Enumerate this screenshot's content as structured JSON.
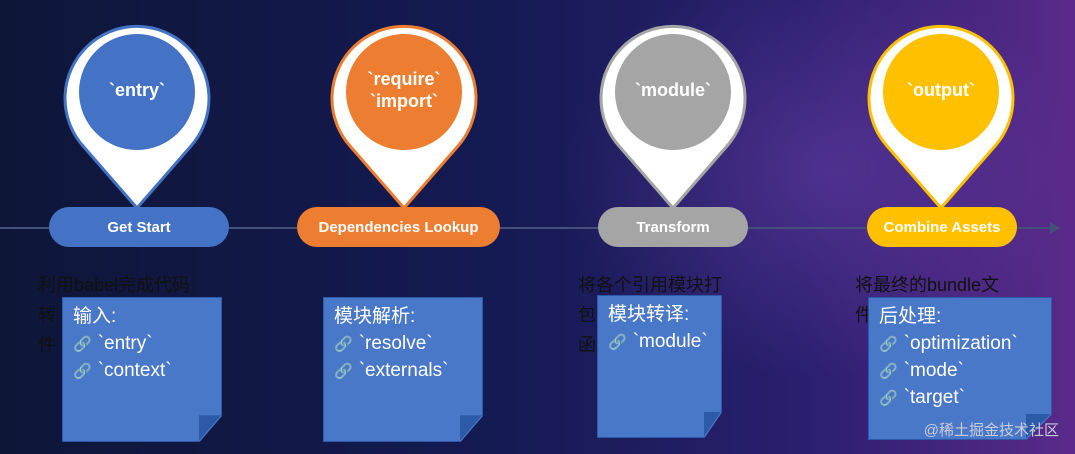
{
  "stages": [
    {
      "id": "entry",
      "pin_lines": [
        "`entry`"
      ],
      "pill": "Get Start",
      "color": "#4472c4",
      "desc_lines": [
        "利用babel完成代码",
        "转",
        "件"
      ],
      "note_title": "输入:",
      "note_items": [
        "`entry`",
        "`context`"
      ]
    },
    {
      "id": "require",
      "pin_lines": [
        "`require`",
        "`import`"
      ],
      "pill": "Dependencies Lookup",
      "color": "#ed7d31",
      "desc_lines": [],
      "note_title": "模块解析:",
      "note_items": [
        "`resolve`",
        "`externals`"
      ]
    },
    {
      "id": "module",
      "pin_lines": [
        "`module`"
      ],
      "pill": "Transform",
      "color": "#a5a5a5",
      "desc_lines": [
        "将各个引用模块打",
        "包",
        "函"
      ],
      "note_title": "模块转译:",
      "note_items": [
        "`module`"
      ]
    },
    {
      "id": "output",
      "pin_lines": [
        "`output`"
      ],
      "pill": "Combine Assets",
      "color": "#ffc000",
      "desc_lines": [
        "将最终的bundle文",
        "件"
      ],
      "note_title": "后处理:",
      "note_items": [
        "`optimization`",
        "`mode`",
        "`target`"
      ]
    }
  ],
  "note_icon": "link-icon",
  "watermark": "@稀土掘金技术社区"
}
